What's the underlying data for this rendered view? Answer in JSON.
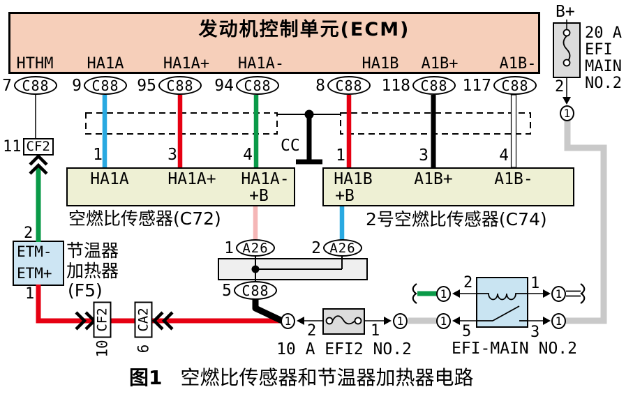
{
  "colors": {
    "wire_blue": "#29a9e1",
    "wire_red": "#e60012",
    "wire_green": "#0a9a48",
    "wire_pink": "#f5b6b6",
    "wire_gray": "#c9c9c9",
    "ecm_fill": "#f6cfba",
    "sensor_fill": "#eef0d4",
    "heater_fill": "#cde5f3",
    "relay_fill": "#c9e4f2",
    "fuse_fill": "#dcdcdc",
    "junction_fill": "#efefef"
  },
  "ecm": {
    "title": "发动机控制单元(ECM)",
    "pins": [
      {
        "label": "HTHM"
      },
      {
        "label": "HA1A"
      },
      {
        "label": "HA1A+"
      },
      {
        "label": "HA1A-"
      },
      {
        "label": "HA1B"
      },
      {
        "label": "A1B+"
      },
      {
        "label": "A1B-"
      }
    ],
    "connectors": [
      {
        "num": "7",
        "name": "C88"
      },
      {
        "num": "9",
        "name": "C88"
      },
      {
        "num": "95",
        "name": "C88"
      },
      {
        "num": "94",
        "name": "C88"
      },
      {
        "num": "8",
        "name": "C88"
      },
      {
        "num": "118",
        "name": "C88"
      },
      {
        "num": "117",
        "name": "C88"
      }
    ]
  },
  "shield_label": "CC",
  "sensor1": {
    "pin_nums": [
      "1",
      "3",
      "4"
    ],
    "pin_labels": [
      "HA1A",
      "HA1A+",
      "HA1A-"
    ],
    "aux_label": "+B",
    "caption": "空燃比传感器(C72)"
  },
  "sensor2": {
    "pin_nums": [
      "1",
      "3",
      "4"
    ],
    "pin_labels": [
      "HA1B",
      "A1B+",
      "A1B-"
    ],
    "aux_label": "+B",
    "caption": "2号空燃比传感器(C74)"
  },
  "a26_connectors": [
    {
      "num": "1",
      "name": "A26"
    },
    {
      "num": "2",
      "name": "A26"
    }
  ],
  "c88_junction": {
    "num": "5",
    "name": "C88"
  },
  "heater": {
    "pin_top": "2",
    "pin_bottom": "1",
    "terminal_labels": [
      "ETM-",
      "ETM+"
    ],
    "name_lines": [
      "节温器",
      "加热器",
      "(F5)"
    ]
  },
  "inline_connectors": {
    "cf2_top": {
      "num": "11",
      "name": "CF2"
    },
    "cf2_bottom": {
      "num": "10",
      "name": "CF2"
    },
    "ca2": {
      "num": "6",
      "name": "CA2"
    }
  },
  "main_fuse": {
    "source": "B+",
    "rating_lines": [
      "20 A",
      "EFI",
      "MAIN",
      "NO.2"
    ],
    "pin": "2"
  },
  "efi2_fuse": {
    "pin_left": "2",
    "pin_right": "1",
    "label": "10 A EFI2 NO.2"
  },
  "relay": {
    "pin_tl": "2",
    "pin_tr": "1",
    "pin_bl": "5",
    "pin_br": "3",
    "label": "EFI-MAIN NO.2"
  },
  "terminal": {
    "label": "1"
  },
  "caption": {
    "fig": "图1",
    "text": "空燃比传感器和节温器加热器电路"
  }
}
